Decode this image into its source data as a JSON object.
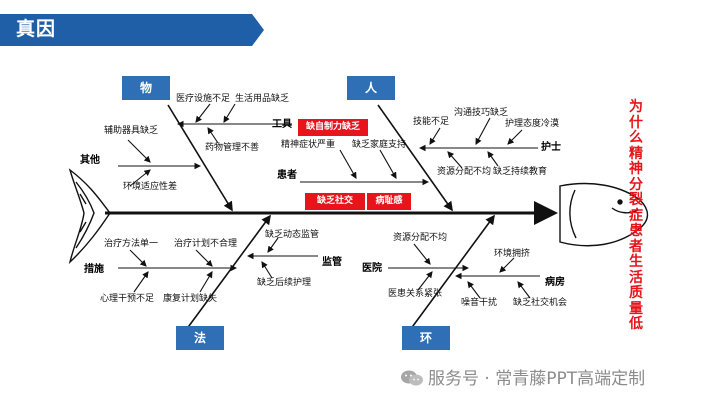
{
  "header": {
    "title": "真因",
    "color": "#1f5fa8"
  },
  "effect": {
    "text": "为什么精神分裂症患者生活质量低",
    "color": "#e8141b"
  },
  "categories": {
    "wu": "物",
    "ren": "人",
    "fa": "法",
    "huan": "环"
  },
  "groups": {
    "qita": "其他",
    "gongju": "工具",
    "huanzhe": "患者",
    "hushi": "护士",
    "cuoshi": "措施",
    "jianguan": "监管",
    "yiyuan": "医院",
    "bingfang": "病房"
  },
  "causes": {
    "c1": "医疗设施不足",
    "c2": "生活用品缺乏",
    "c3": "辅助器具缺乏",
    "c4": "药物管理不善",
    "c5": "环境适应性差",
    "c6": "技能不足",
    "c7": "沟通技巧缺乏",
    "c8": "护理态度冷漠",
    "c9": "精神症状严重",
    "c10": "缺乏家庭支持",
    "c11": "资源分配不均",
    "c12": "缺乏持续教育",
    "c13": "治疗方法单一",
    "c14": "治疗计划不合理",
    "c15": "缺乏动态监管",
    "c16": "心理干预不足",
    "c17": "康复计划缺失",
    "c18": "缺乏后续护理",
    "c19": "资源分配不均",
    "c20": "环境拥挤",
    "c21": "医患关系紧张",
    "c22": "噪音干扰",
    "c23": "缺乏社交机会"
  },
  "root_causes": {
    "r1": "缺自制力缺乏",
    "r2": "缺乏社交",
    "r3": "病耻感"
  },
  "watermark": {
    "text": "服务号 · 常青藤PPT高端定制"
  },
  "colors": {
    "accent_blue": "#2e6fb5",
    "accent_red": "#e8141b"
  }
}
